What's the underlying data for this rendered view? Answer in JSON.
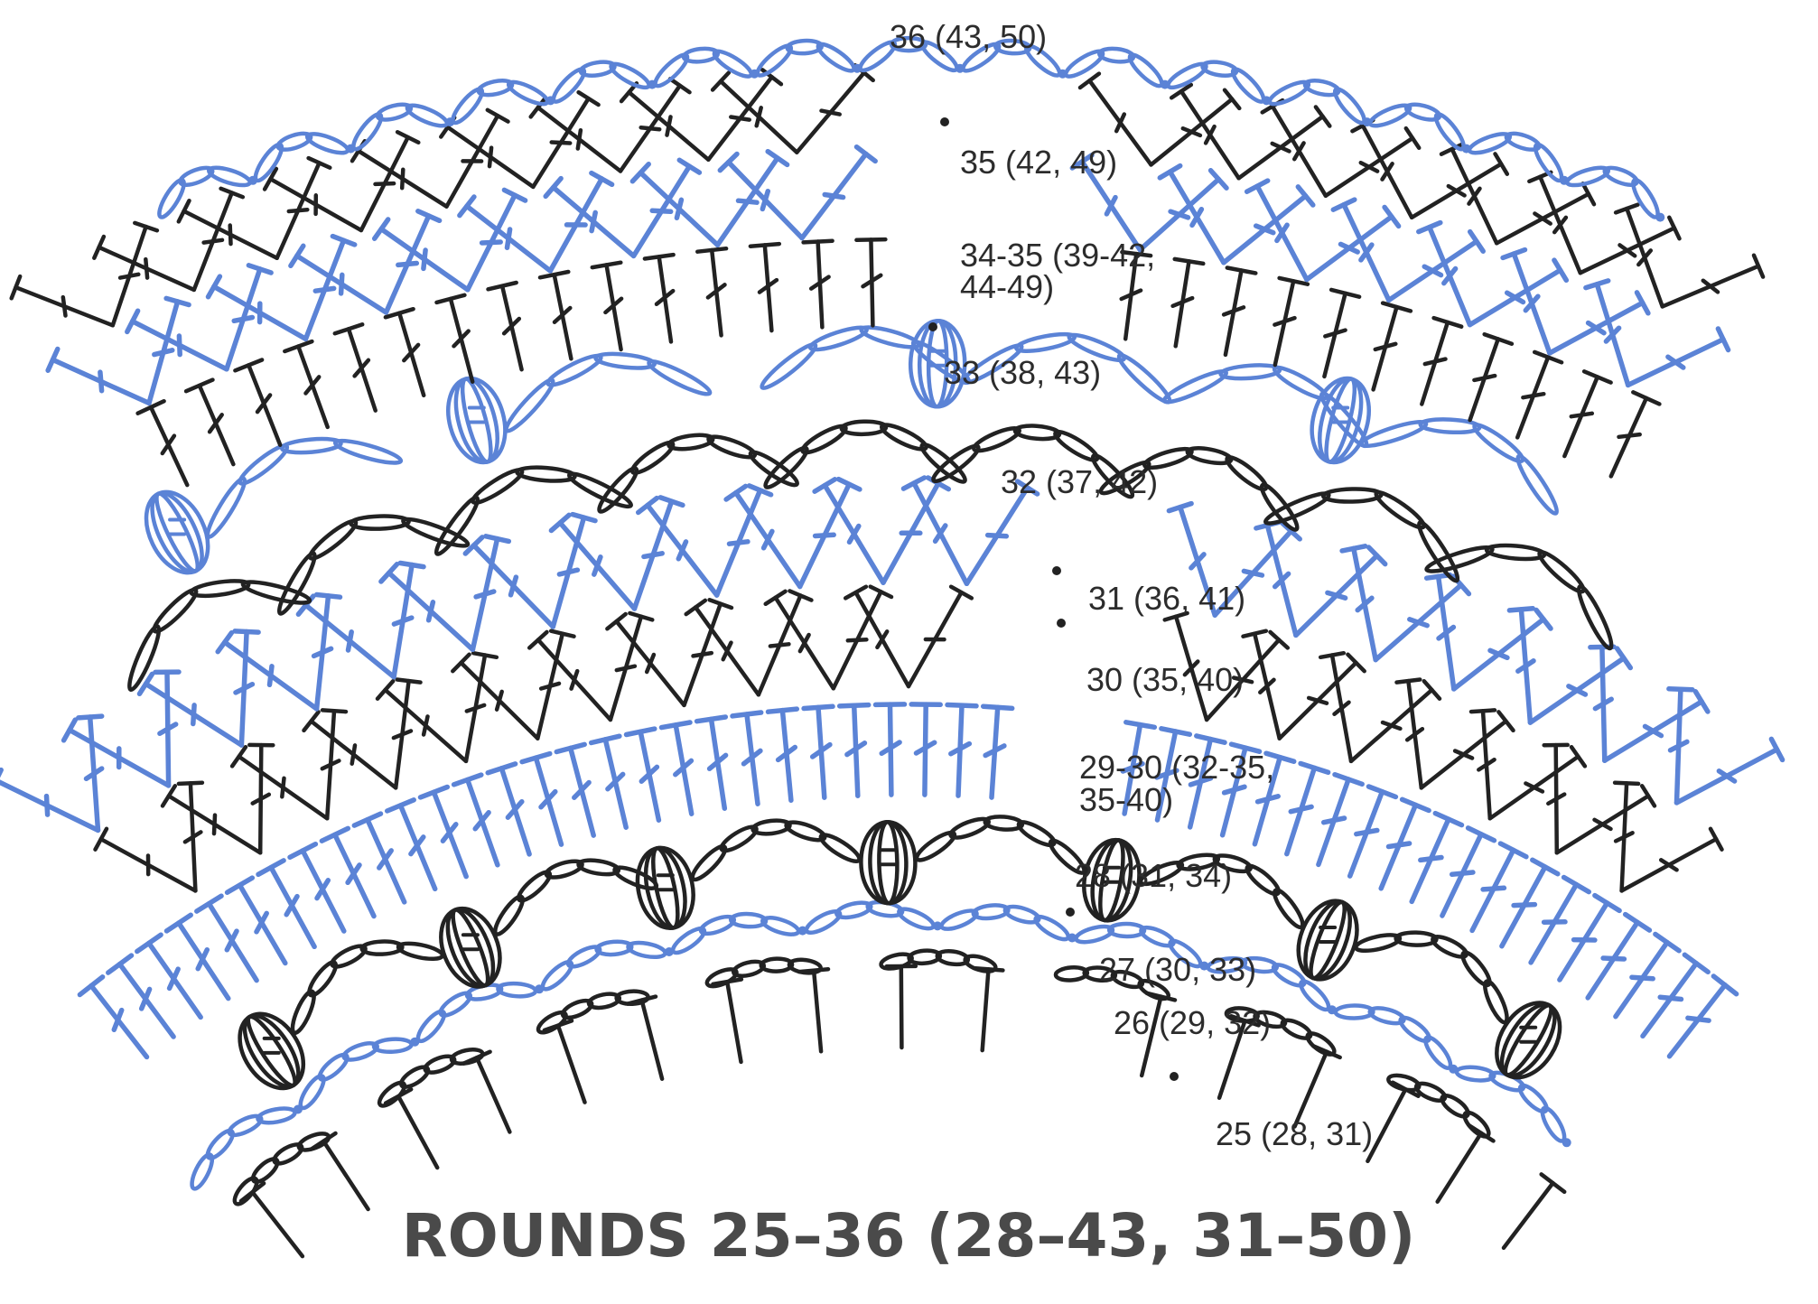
{
  "title": "ROUNDS 25–36 (28–43, 31–50)",
  "round_labels": [
    "36 (43, 50)",
    "35 (42, 49)",
    "34-35 (39-42,",
    "44-49)",
    "33 (38, 43)",
    "32 (37, 42)",
    "31 (36, 41)",
    "30 (35, 40)",
    "29-30 (32-35,",
    "35-40)",
    "28 (31, 34)",
    "27 (30, 33)",
    "26 (29, 32)",
    "25 (28, 31)"
  ],
  "colors": {
    "dark": "#222222",
    "blue": "#5b83d6",
    "blue_tint": "#c68ae6",
    "gray": "#9a9a9a",
    "title": "#4a4a4a"
  }
}
